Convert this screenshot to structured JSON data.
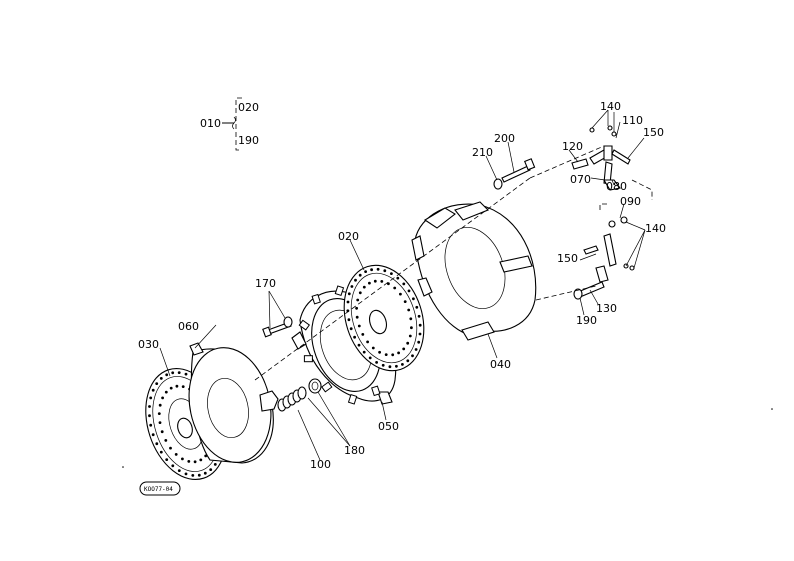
{
  "labels": {
    "p010": "010",
    "p020_group": "020",
    "p190_group": "190",
    "p020": "020",
    "p030": "030",
    "p040": "040",
    "p050": "050",
    "p060": "060",
    "p070": "070",
    "p080": "080",
    "p090": "090",
    "p100": "100",
    "p110": "110",
    "p120": "120",
    "p130": "130",
    "p140_top": "140",
    "p140_right": "140",
    "p150_top": "150",
    "p150_mid": "150",
    "p170": "170",
    "p180": "180",
    "p190": "190",
    "p200": "200",
    "p210": "210"
  },
  "stamp": "KOO77-04"
}
